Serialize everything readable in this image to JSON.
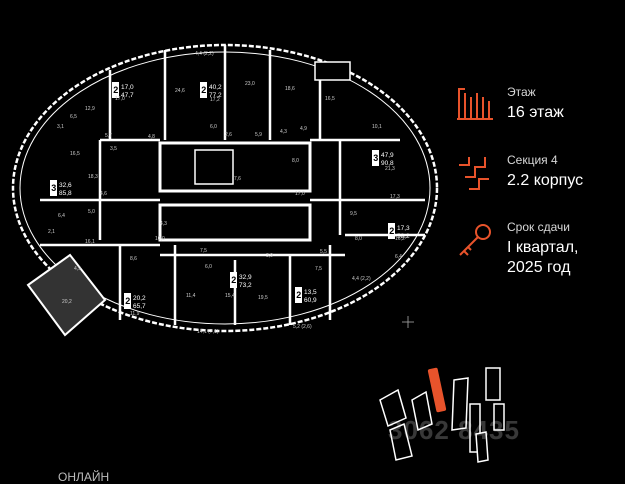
{
  "info": {
    "floor_label": "Этаж",
    "floor_value": "16 этаж",
    "section_label": "Секция 4",
    "section_value": "2.2 корпус",
    "deadline_label": "Срок сдачи",
    "deadline_value_line1": "I квартал,",
    "deadline_value_line2": "2025 год",
    "accent_color": "#e8532b"
  },
  "apartments": [
    {
      "rooms": "2",
      "area_living": "17,0",
      "area_total": "47,7"
    },
    {
      "rooms": "2",
      "area_living": "40,2",
      "area_total": "77,2"
    },
    {
      "rooms": "3",
      "area_living": "47,9",
      "area_total": "90,8"
    },
    {
      "rooms": "3",
      "area_living": "32,6",
      "area_total": "85,8"
    },
    {
      "rooms": "2",
      "area_living": "17,3",
      "area_total": "58,2"
    },
    {
      "rooms": "2",
      "area_living": "20,2",
      "area_total": "65,7"
    },
    {
      "rooms": "2",
      "area_living": "32,9",
      "area_total": "73,2"
    },
    {
      "rooms": "2",
      "area_living": "13,5",
      "area_total": "60,9"
    }
  ],
  "room_labels": [
    "4,4 (2,2)",
    "17,0",
    "17,2",
    "24,6",
    "23,0",
    "18,6",
    "16,5",
    "12,9",
    "6,5",
    "3,1",
    "5,7",
    "4,8",
    "6,0",
    "2,6",
    "5,9",
    "4,3",
    "4,9",
    "10,1",
    "16,5",
    "3,5",
    "18,3",
    "4,6",
    "5,0",
    "6,4",
    "2,1",
    "16,1",
    "4,9",
    "8,6",
    "10,0",
    "11,9",
    "20,2",
    "7,5",
    "6,0",
    "11,4",
    "15,4",
    "19,5",
    "7,5",
    "17,3",
    "9,5",
    "8,0",
    "16,2",
    "6,4",
    "4,4 (2,2)",
    "14,1 (7,1)",
    "5,2 (2,6)",
    "7,6",
    "8,0",
    "17,0",
    "21,3",
    "4,3",
    "3,9",
    "5,5"
  ],
  "watermark": "3062 8435",
  "brand": "ОНЛАЙН"
}
